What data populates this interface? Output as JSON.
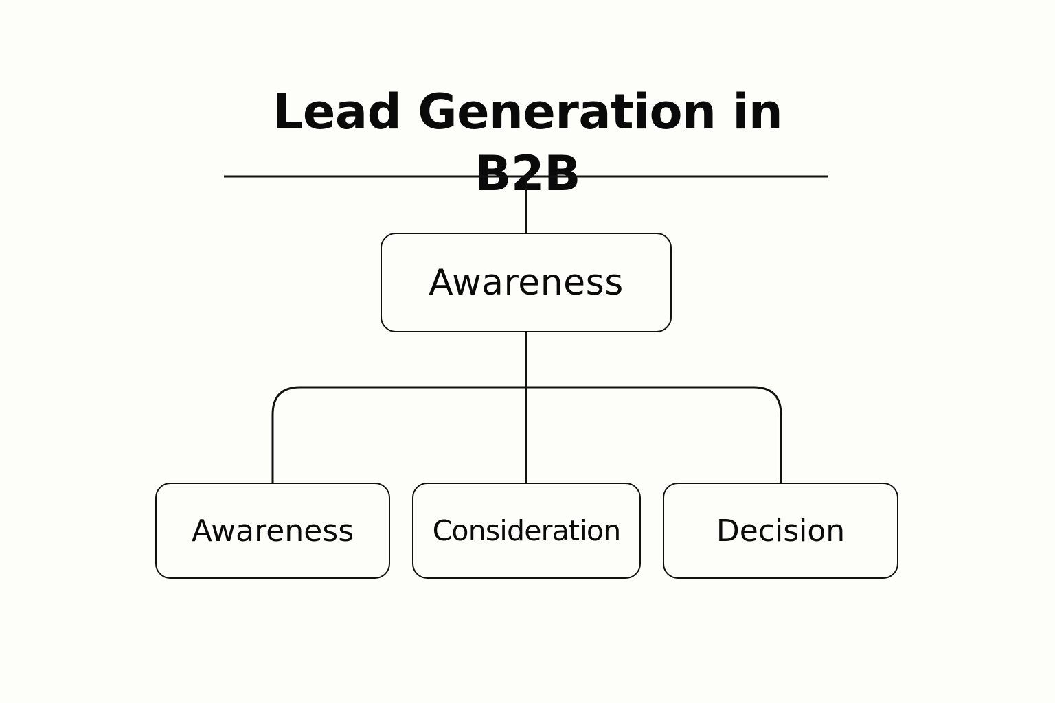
{
  "diagram": {
    "title": "Lead Generation in B2B",
    "root": {
      "label": "Awareness"
    },
    "children": [
      {
        "label": "Awareness"
      },
      {
        "label": "Consideration"
      },
      {
        "label": "Decision"
      }
    ]
  },
  "colors": {
    "background": "#fdfdf9",
    "line": "#111111",
    "text": "#0a0a0a"
  }
}
